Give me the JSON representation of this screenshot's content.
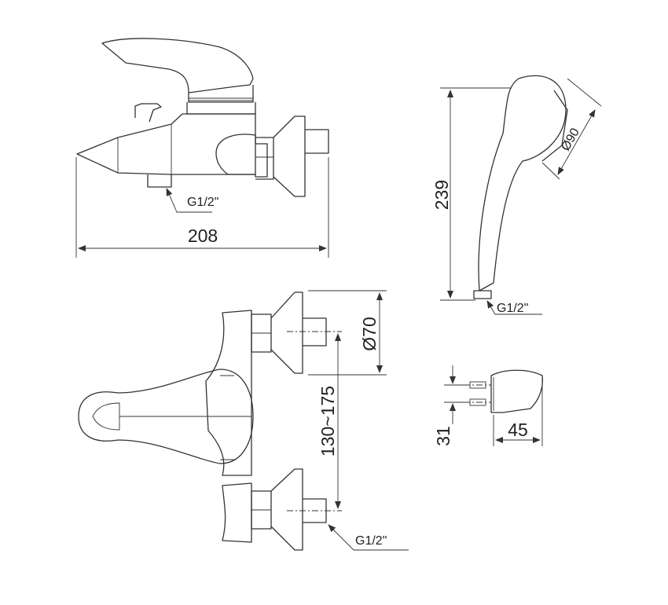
{
  "drawing": {
    "side_view": {
      "thread_label": "G1/2\"",
      "width_dim": "208"
    },
    "hand_shower": {
      "length_dim": "239",
      "diameter_dim": "Ø90",
      "thread_label": "G1/2\""
    },
    "front_view": {
      "flange_diameter_dim": "Ø70",
      "centers_dim": "130~175",
      "thread_label": "G1/2\""
    },
    "holder": {
      "height_dim": "31",
      "depth_dim": "45"
    }
  }
}
